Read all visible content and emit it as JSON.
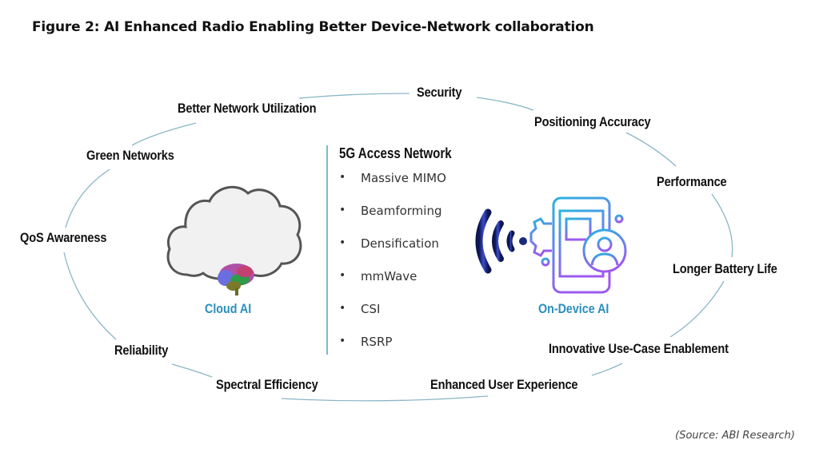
{
  "figure": {
    "title": "Figure 2: AI Enhanced Radio Enabling Better Device-Network collaboration",
    "source": "(Source: ABI Research)"
  },
  "ring_nodes": [
    {
      "id": "security",
      "label": "Security"
    },
    {
      "id": "positioning-accuracy",
      "label": "Positioning Accuracy"
    },
    {
      "id": "performance",
      "label": "Performance"
    },
    {
      "id": "longer-battery-life",
      "label": "Longer Battery Life"
    },
    {
      "id": "innovative-use-case-enablement",
      "label": "Innovative Use-Case Enablement"
    },
    {
      "id": "enhanced-user-experience",
      "label": "Enhanced User Experience"
    },
    {
      "id": "spectral-efficiency",
      "label": "Spectral Efficiency"
    },
    {
      "id": "reliability",
      "label": "Reliability"
    },
    {
      "id": "qos-awareness",
      "label": "QoS Awareness"
    },
    {
      "id": "green-networks",
      "label": "Green Networks"
    },
    {
      "id": "better-network-utilization",
      "label": "Better Network Utilization"
    }
  ],
  "access_network": {
    "title": "5G Access Network",
    "bullet": "•",
    "items": [
      "Massive MIMO",
      "Beamforming",
      "Densification",
      "mmWave",
      "CSI",
      "RSRP"
    ]
  },
  "cloud": {
    "label": "Cloud AI",
    "icon": "cloud-icon",
    "brain_icon": "brain-icon"
  },
  "device": {
    "label": "On-Device AI",
    "icon": "smartphone-ai-icon",
    "signal_icon": "wireless-signal-icon"
  },
  "colors": {
    "ring_line": "#8ab6c6",
    "caption_blue": "#2a8fbd",
    "divider": "#7fb8cc",
    "device_gradient_start": "#2ab3e0",
    "device_gradient_end": "#9b59f0",
    "signal": "#1a2a7a"
  }
}
